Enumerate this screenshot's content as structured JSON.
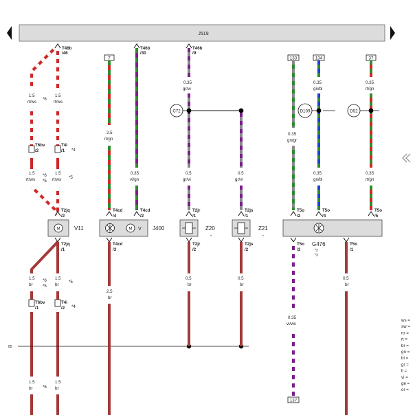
{
  "header": {
    "title": "J519"
  },
  "navigation": {
    "prev_icon": "triangle-left-icon",
    "next_icon": "triangle-right-icon",
    "collapse_icon": "double-chevron-left-icon"
  },
  "colors": {
    "red": "#cc2a2a",
    "white": "#ffffff",
    "green": "#2e8b2e",
    "grey": "#8a8a8a",
    "violet": "#7a1f8a",
    "blue": "#1f3fd8",
    "brown": "#a33a3a",
    "black": "#000000",
    "component_fill": "#dcdcdc",
    "header_fill": "#dcdcdc"
  },
  "wires": {
    "w1": {
      "pin_top": "T46b",
      "pin_top2": "/46",
      "gauge": "1.5",
      "color": "rt/ws",
      "note": "*6"
    },
    "w2": {
      "gauge": "1.5",
      "color": "rt/ws"
    },
    "w1b": {
      "gauge": "1.5",
      "color": "rt/ws",
      "note": "*6",
      "note2": "*5"
    },
    "w2b": {
      "gauge": "1.5",
      "color": "rt/ws",
      "note": "*5"
    },
    "w3": {
      "box": "7",
      "gauge": "2.5",
      "color": "rt/gn"
    },
    "w4": {
      "pin_top": "T46b",
      "pin_top2": "/30",
      "gauge": "0.35",
      "color": "vi/gn"
    },
    "w5": {
      "pin_top": "T46b",
      "pin_top2": "/9",
      "gauge": "0.35",
      "color": "gr/vi",
      "gauge2": "0.5",
      "color2": "gr/vi"
    },
    "w6": {
      "gauge": "0.5",
      "color": "gr/vi"
    },
    "w7": {
      "box": "133",
      "gauge": "0.35",
      "color": "gn/gr"
    },
    "w8": {
      "box": "134",
      "gauge": "0.35",
      "color": "gn/bl",
      "gauge2": "0.35",
      "color2": "gn/bl"
    },
    "w9": {
      "box": "37",
      "gauge": "0.35",
      "color": "rt/gn",
      "gauge2": "0.35",
      "color2": "rt/gn"
    },
    "b1": {
      "gauge": "1.5",
      "color": "br",
      "note": "*6",
      "note2": "*5",
      "gauge2": "1.5",
      "color2": "br",
      "note3": "*6"
    },
    "b2": {
      "gauge": "1.5",
      "color": "br",
      "note": "*5",
      "gauge2": "1.5",
      "color2": "br"
    },
    "b3": {
      "gauge": "2.5",
      "color": "br"
    },
    "b4": {
      "gauge": "0.5",
      "color": "br"
    },
    "b5": {
      "gauge": "0.5",
      "color": "br"
    },
    "b6": {
      "gauge": "0.35",
      "color": "vi/ws",
      "box": "137"
    },
    "b7": {
      "gauge": "0.5",
      "color": "br"
    }
  },
  "connectors": {
    "t6bv_top": {
      "name": "T6bv",
      "pin": "/2"
    },
    "t4i_top": {
      "name": "T4i",
      "pin": "/1",
      "note": "*4"
    },
    "t6bv_bot": {
      "name": "T6bv",
      "pin": "/1"
    },
    "t4i_bot": {
      "name": "T4i",
      "pin": "/2",
      "note": "*4"
    },
    "t2jq_top": {
      "name": "T2jq",
      "pin": "/2"
    },
    "t2jq_bot": {
      "name": "T2jq",
      "pin": "/1"
    },
    "t4cd_a": {
      "name": "T4cd",
      "pin": "/4"
    },
    "t4cd_b": {
      "name": "T4cd",
      "pin": "/2"
    },
    "t4cd_c": {
      "name": "T4cd",
      "pin": "/3"
    },
    "t2jr_top": {
      "name": "T2jr",
      "pin": "/1"
    },
    "t2jr_bot": {
      "name": "T2jr",
      "pin": "/2"
    },
    "t2js_top": {
      "name": "T2js",
      "pin": "/1"
    },
    "t2js_bot": {
      "name": "T2js",
      "pin": "/2"
    },
    "t5o_2": {
      "name": "T5o",
      "pin": "/2"
    },
    "t5o_4": {
      "name": "T5o",
      "pin": "/4"
    },
    "t5o_5": {
      "name": "T5o",
      "pin": "/5"
    },
    "t5o_3": {
      "name": "T5o",
      "pin": "/3"
    },
    "t5o_1": {
      "name": "T5o",
      "pin": "/1"
    }
  },
  "components": {
    "v11": {
      "label": "V11",
      "icon": "motor-icon"
    },
    "j400": {
      "label": "J400",
      "icon_fan": "fan-icon",
      "icon_motor": "motor-icon",
      "sub": "V"
    },
    "z20": {
      "label": "Z20",
      "note": "*"
    },
    "z21": {
      "label": "Z21",
      "note": "*"
    },
    "g476": {
      "label": "G476",
      "note": "*2",
      "note2": "*3",
      "icon": "fan-icon"
    }
  },
  "junctions": {
    "c72": "C72",
    "d109": "D109",
    "d52": "D52"
  },
  "ground": {
    "label": "85"
  },
  "legend": {
    "items": [
      "ws =",
      "sw =",
      "ro =",
      "rt =",
      "br =",
      "gn =",
      "bl =",
      "gr =",
      "li =",
      "vi =",
      "ge =",
      "or ="
    ]
  }
}
